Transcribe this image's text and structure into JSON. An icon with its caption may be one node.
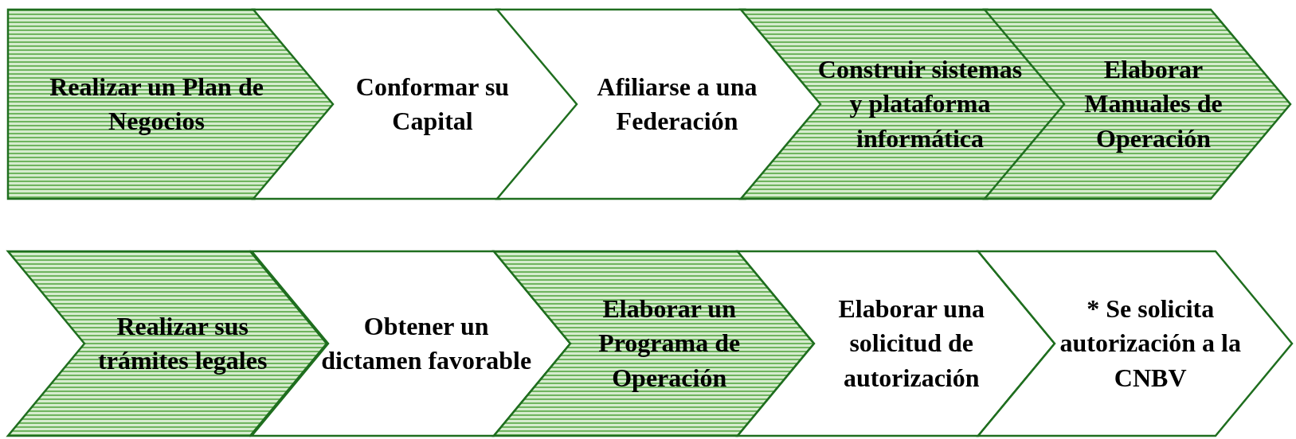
{
  "diagram": {
    "nodes": [
      {
        "text": [
          "Realizar un Plan de Negocios"
        ]
      },
      {
        "text": [
          "Conformar su Capital"
        ]
      },
      {
        "text": [
          "Afiliarse a una Federación"
        ]
      },
      {
        "text": [
          "Construir sistemas y plataforma informática"
        ]
      },
      {
        "text": [
          "Elaborar Manuales de Operación"
        ]
      },
      {
        "text": [
          "Realizar sus trámites legales"
        ]
      },
      {
        "text": [
          "Obtener un dictamen favorable"
        ]
      },
      {
        "text": [
          "Elaborar un Programa de Operación"
        ]
      },
      {
        "text": [
          "Elaborar una solicitud de autorización"
        ]
      },
      {
        "text": [
          "* Se solicita autorización a la CNBV"
        ]
      }
    ]
  }
}
